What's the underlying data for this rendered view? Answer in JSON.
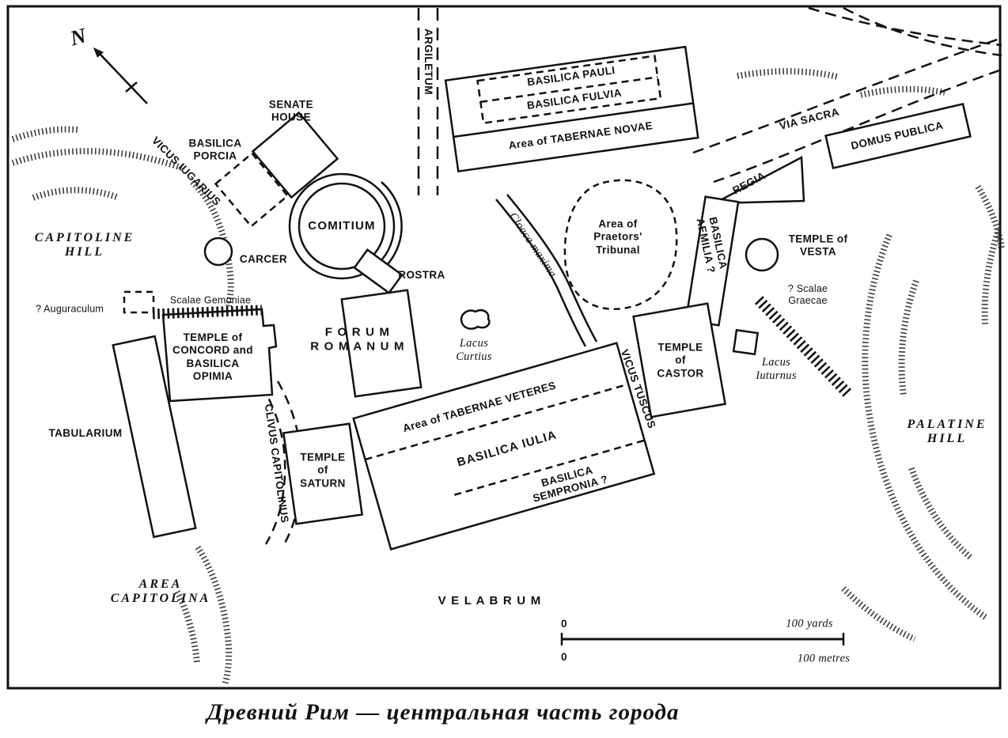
{
  "caption": "Древний Рим — центральная часть города",
  "compass": {
    "letter": "N"
  },
  "labels": {
    "senate_house": "SENATE\nHOUSE",
    "basilica_porcia": "BASILICA\nPORCIA",
    "vicus_iugarius": "VICUS IUGARIUS",
    "capitoline_hill": "CAPITOLINE\nHILL",
    "comitium": "COMITIUM",
    "carcer": "CARCER",
    "rostra": "ROSTRA",
    "argiletum": "ARGILETUM",
    "basilica_pauli": "BASILICA PAULI",
    "basilica_fulvia": "BASILICA FULVIA",
    "tabernae_novae": "Area of TABERNAE NOVAE",
    "via_sacra": "VIA SACRA",
    "domus_publica": "DOMUS PUBLICA",
    "regia": "REGIA",
    "praetors_tribunal": "Area of\nPraetors'\nTribunal",
    "cloaca_maxima": "Cloaca maxima",
    "basilica_aemilia": "BASILICA\nAEMILIA ?",
    "temple_of_vesta": "TEMPLE of\nVESTA",
    "scalae_graecae": "? Scalae\nGraecae",
    "lacus_iuturnus": "Lacus\nIuturnus",
    "auguraculum": "? Auguraculum",
    "scalae_gemoniae": "Scalae Gemoniae",
    "temple_of_concord": "TEMPLE of\nCONCORD and\nBASILICA\nOPIMIA",
    "forum_romanum": "F O R U M\nR O M A N U M",
    "lacus_curtius": "Lacus\nCurtius",
    "tabularium": "TABULARIUM",
    "clivus_capitolinus": "CLIVUS CAPITOLINUS",
    "temple_of_saturn": "TEMPLE\nof\nSATURN",
    "tabernae_veteres": "Area of TABERNAE VETERES",
    "basilica_iulia": "BASILICA IULIA",
    "basilica_sempronia": "BASILICA\nSEMPRONIA ?",
    "vicus_tuscus": "VICUS TUSCUS",
    "temple_of_castor": "TEMPLE\nof\nCASTOR",
    "palatine_hill": "PALATINE\nHILL",
    "area_capitolina": "AREA\nCAPITOLINA",
    "velabrum": "V E L A B R U M"
  },
  "scale_bar": {
    "yards_zero": "0",
    "yards_label": "100 yards",
    "metres_zero": "0",
    "metres_label": "100 metres"
  }
}
